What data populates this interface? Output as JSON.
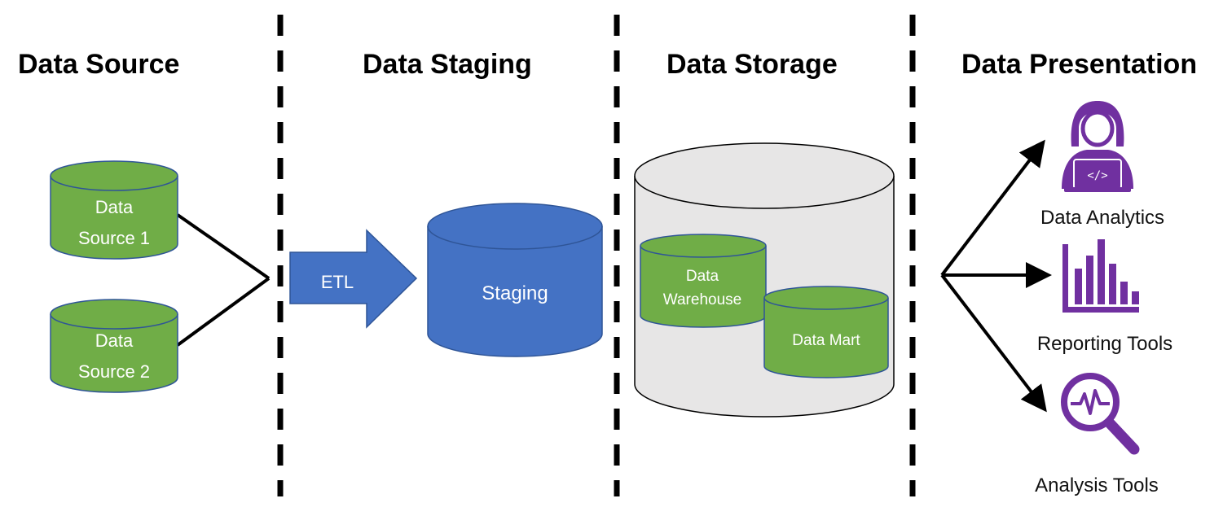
{
  "headings": {
    "source": "Data Source",
    "staging": "Data Staging",
    "storage": "Data Storage",
    "presentation": "Data Presentation"
  },
  "sources": {
    "source1": {
      "line1": "Data",
      "line2": "Source 1"
    },
    "source2": {
      "line1": "Data",
      "line2": "Source 2"
    }
  },
  "etl": {
    "label": "ETL"
  },
  "staging": {
    "label": "Staging"
  },
  "storage": {
    "warehouse": {
      "line1": "Data",
      "line2": "Warehouse"
    },
    "mart": {
      "label": "Data Mart"
    }
  },
  "presentation": {
    "analytics": {
      "label": "Data Analytics",
      "icon": "developer-laptop-icon"
    },
    "reporting": {
      "label": "Reporting Tools",
      "icon": "bar-chart-icon"
    },
    "analysis": {
      "label": "Analysis Tools",
      "icon": "magnifier-pulse-icon"
    }
  },
  "colors": {
    "green": "#70AD47",
    "blue": "#4472C4",
    "grey": "#E7E6E6",
    "purple": "#7030A0"
  }
}
